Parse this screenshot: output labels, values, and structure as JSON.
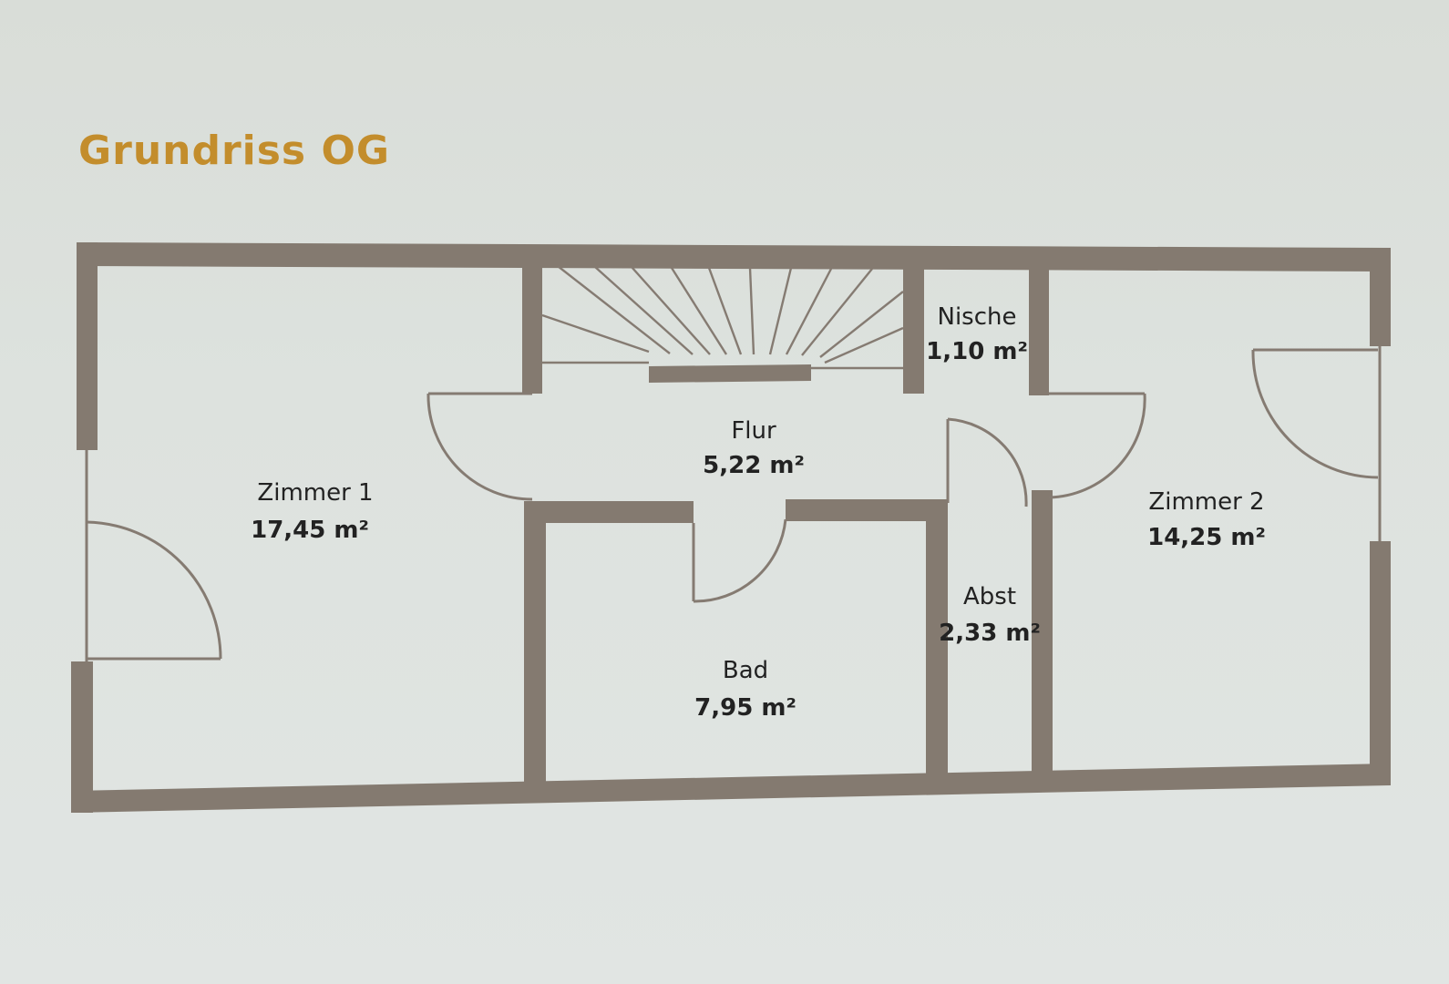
{
  "title": "Grundriss OG",
  "colors": {
    "title": "#c38d2c",
    "wall": "#847a70",
    "background": "#dde2de",
    "text": "#222222"
  },
  "rooms": [
    {
      "id": "zimmer-1",
      "name": "Zimmer 1",
      "area": "17,45 m²"
    },
    {
      "id": "flur",
      "name": "Flur",
      "area": "5,22 m²"
    },
    {
      "id": "nische",
      "name": "Nische",
      "area": "1,10 m²"
    },
    {
      "id": "zimmer-2",
      "name": "Zimmer 2",
      "area": "14,25 m²"
    },
    {
      "id": "bad",
      "name": "Bad",
      "area": "7,95 m²"
    },
    {
      "id": "abst",
      "name": "Abst",
      "area": "2,33 m²"
    }
  ]
}
